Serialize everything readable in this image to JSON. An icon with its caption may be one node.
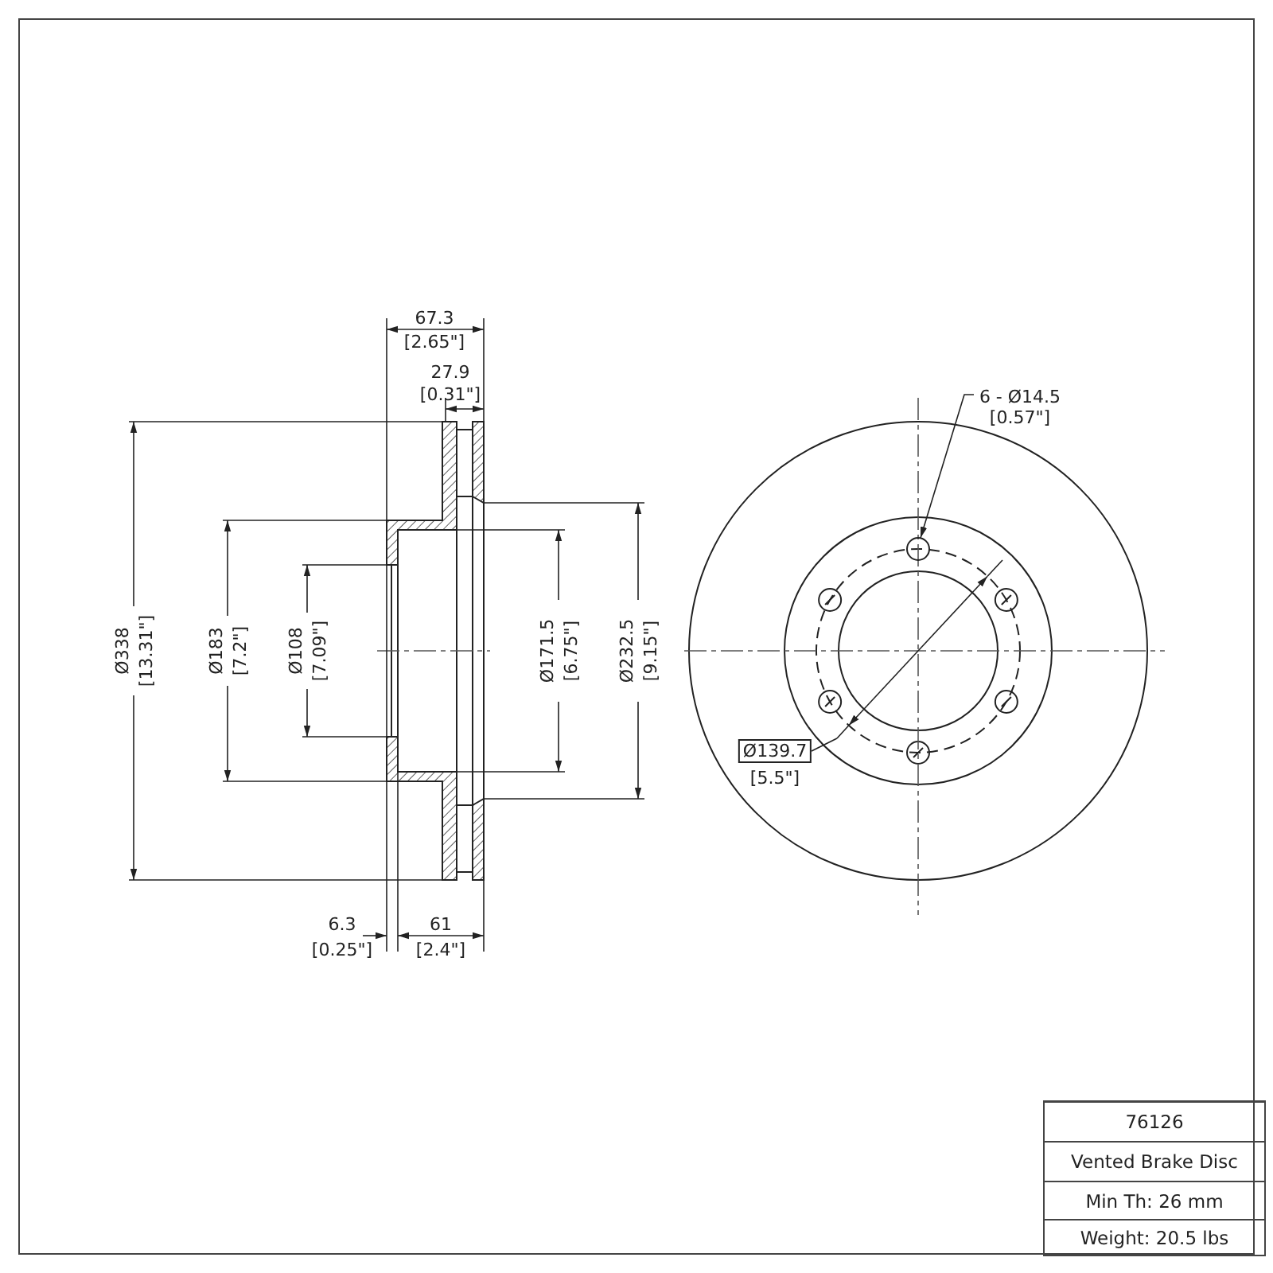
{
  "diagram": {
    "nodes": [
      {
        "text": [
          "6 - Ø14.5",
          "[0.57\"]"
        ]
      },
      {
        "text": [],
        "shape": "circle"
      }
    ],
    "edges": [
      {
        "from": 0,
        "to": 1,
        "arrow": "to"
      }
    ],
    "labels": [
      "67.3",
      "[2.65\"]",
      "27.9",
      "[0.31\"]",
      "Ø338",
      "[13.31\"]",
      "Ø183",
      "[7.2\"]",
      "Ø108",
      "[7.09\"]",
      "Ø171.5",
      "[6.75\"]",
      "Ø232.5",
      "[9.15\"]",
      "Ø139.7",
      "[5.5\"]",
      "6.3",
      "[0.25\"]",
      "61",
      "[2.4\"]",
      "76126",
      "Vented Brake Disc",
      "Min Th: 26 mm",
      "Weight: 20.5 lbs"
    ]
  }
}
